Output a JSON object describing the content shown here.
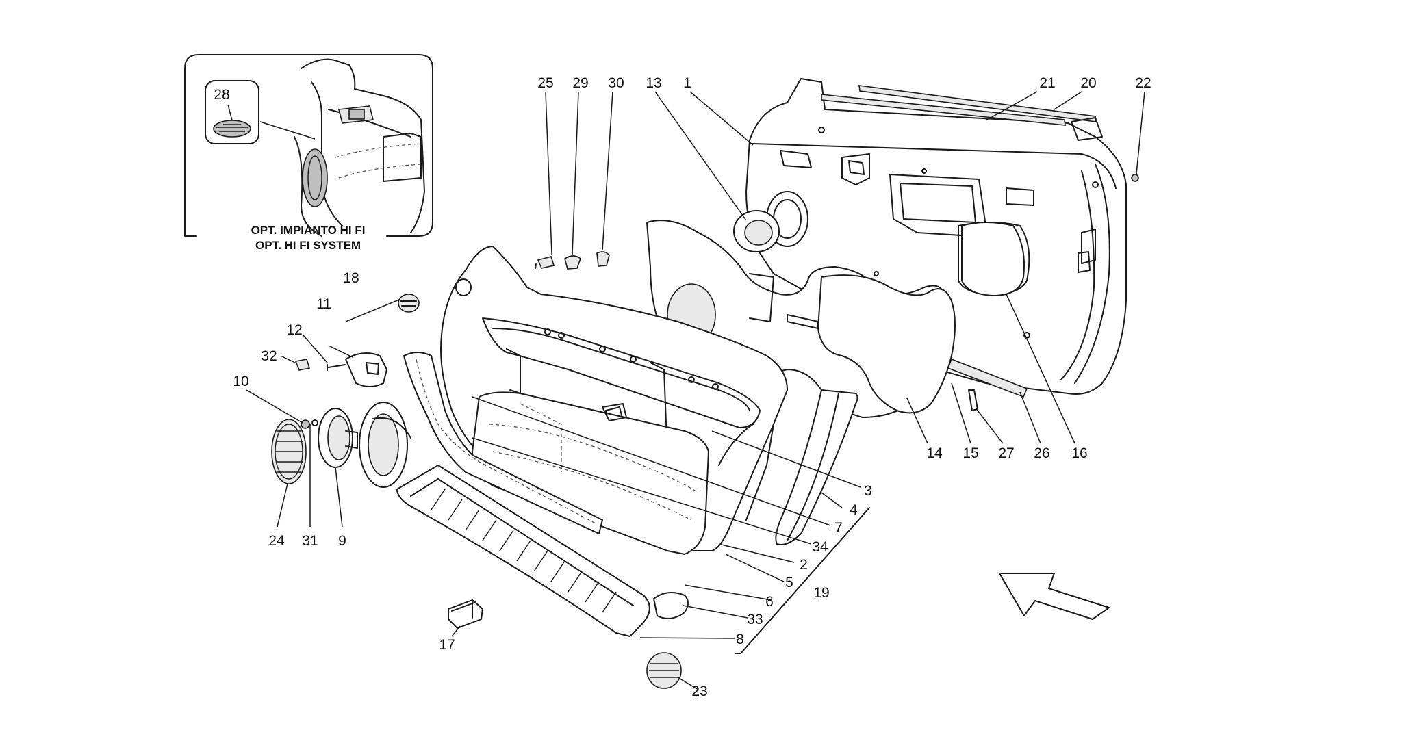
{
  "inset": {
    "caption_line1": "OPT. IMPIANTO HI FI",
    "caption_line2": "OPT. HI FI SYSTEM",
    "callout": "28"
  },
  "callouts": {
    "c1": "1",
    "c2": "2",
    "c3": "3",
    "c4": "4",
    "c5": "5",
    "c6": "6",
    "c7": "7",
    "c8": "8",
    "c9": "9",
    "c10": "10",
    "c11": "11",
    "c12": "12",
    "c13": "13",
    "c14": "14",
    "c15": "15",
    "c16": "16",
    "c17": "17",
    "c18": "18",
    "c19": "19",
    "c20": "20",
    "c21": "21",
    "c22": "22",
    "c23": "23",
    "c24": "24",
    "c25": "25",
    "c26": "26",
    "c27": "27",
    "c29": "29",
    "c30": "30",
    "c31": "31",
    "c32": "32",
    "c33": "33",
    "c34": "34"
  },
  "icons": {
    "direction_arrow": "arrow-up-left-icon"
  }
}
